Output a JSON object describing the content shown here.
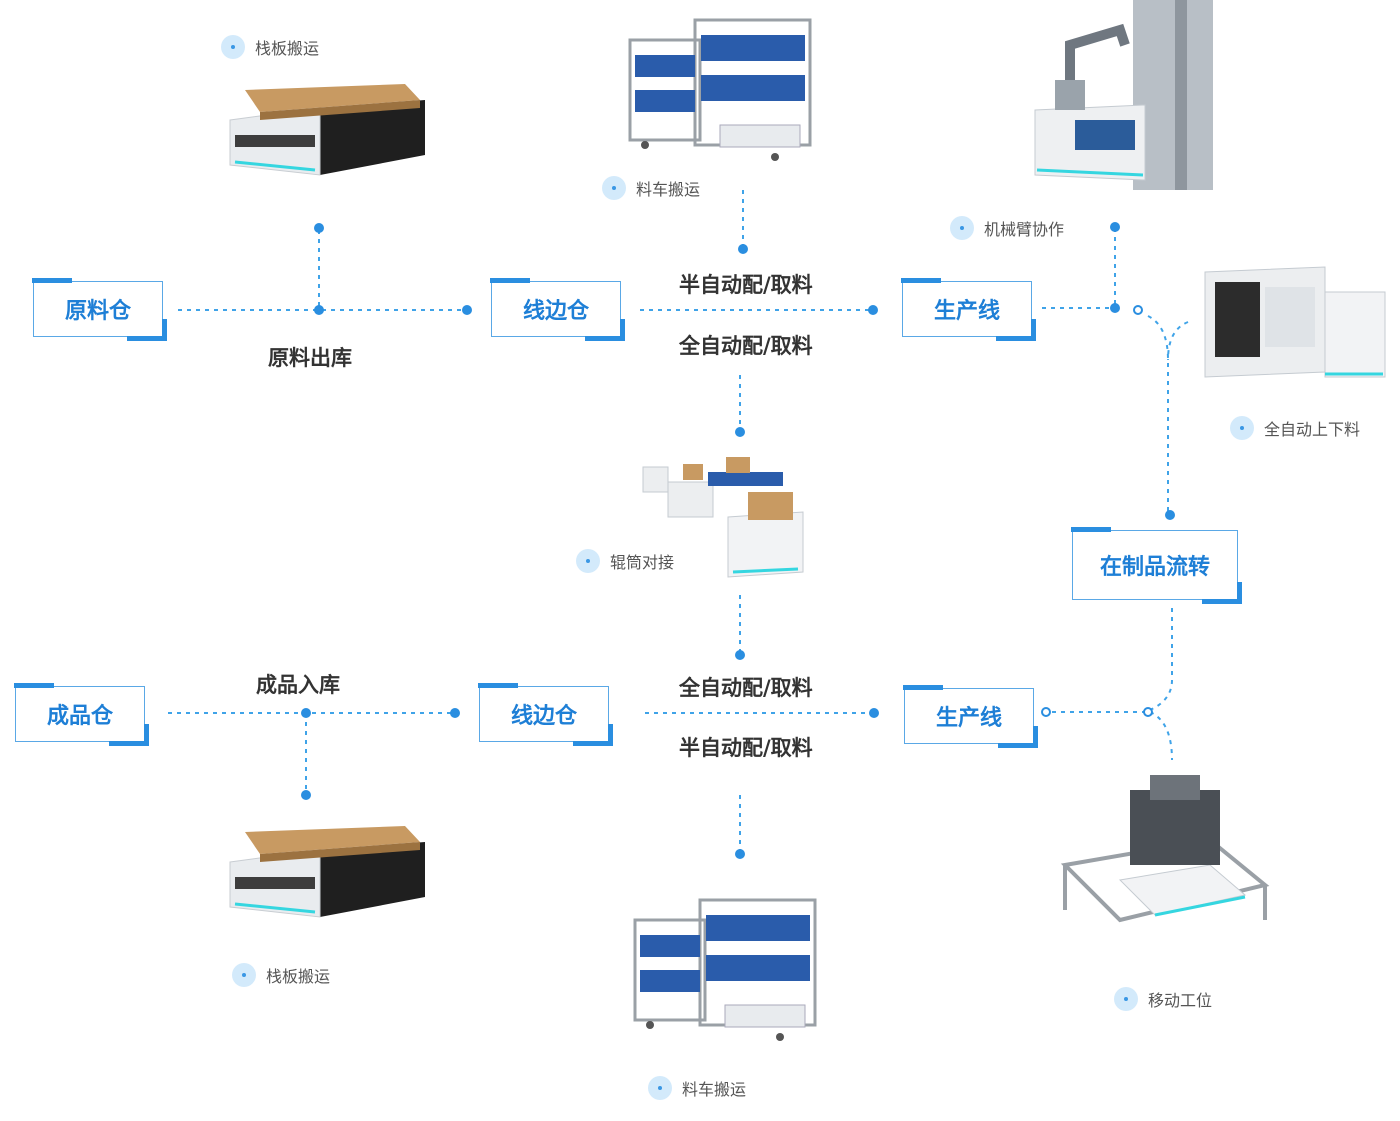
{
  "nodes": {
    "raw_warehouse": "原料仓",
    "line_side_top": "线边仓",
    "production_top": "生产线",
    "finished_warehouse": "成品仓",
    "line_side_bottom": "线边仓",
    "production_bottom": "生产线",
    "wip_flow": "在制品流转"
  },
  "edge_labels": {
    "raw_outbound": "原料出库",
    "semi_auto_top": "半自动配/取料",
    "full_auto_top": "全自动配/取料",
    "finished_inbound": "成品入库",
    "full_auto_bottom": "全自动配/取料",
    "semi_auto_bottom": "半自动配/取料"
  },
  "captions": {
    "pallet_top": "栈板搬运",
    "cart_top": "料车搬运",
    "robot_arm": "机械臂协作",
    "auto_loading": "全自动上下料",
    "roller_docking": "辊筒对接",
    "pallet_bottom": "栈板搬运",
    "cart_bottom": "料车搬运",
    "mobile_station": "移动工位"
  },
  "colors": {
    "accent": "#2a8ee0",
    "line": "#3fa3e8",
    "node_text": "#1e7fd6"
  }
}
